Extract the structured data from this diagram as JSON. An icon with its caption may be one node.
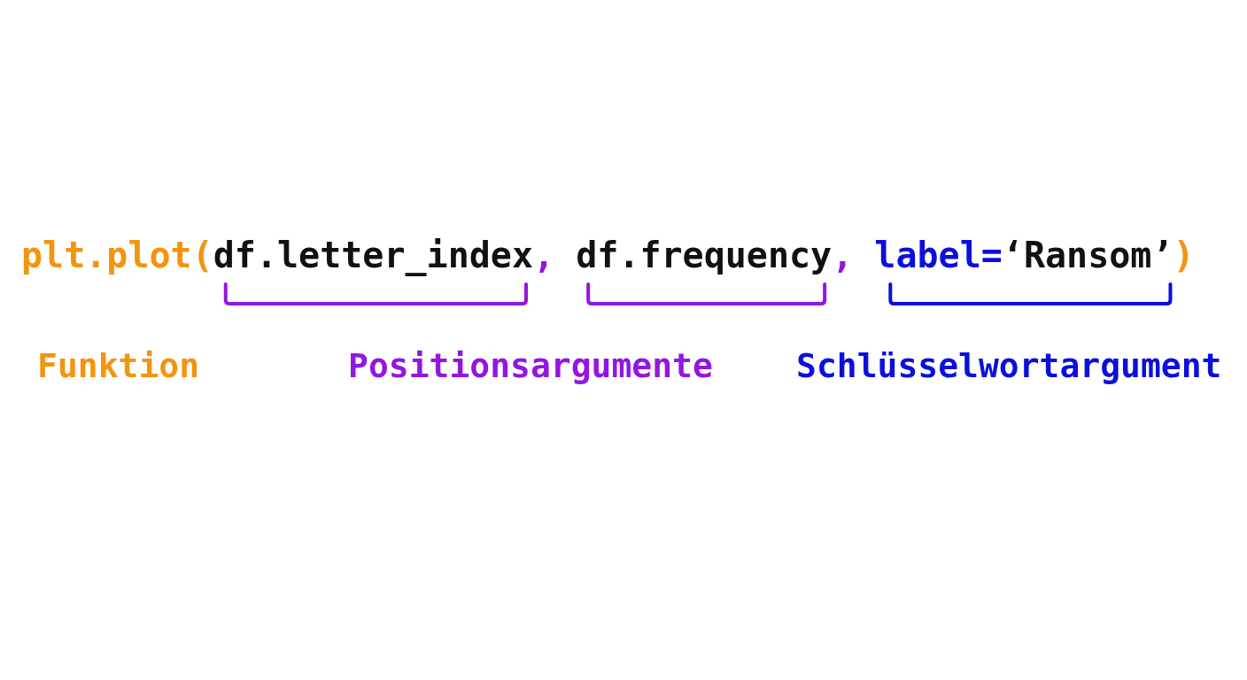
{
  "diagram": {
    "labels": [
      "plt.plot(",
      "df.letter_index",
      ",",
      "df.frequency",
      ",",
      "label=",
      "‘Ransom’",
      ")",
      "Funktion",
      "Positionsargumente",
      "Schlüsselwortargument"
    ]
  }
}
